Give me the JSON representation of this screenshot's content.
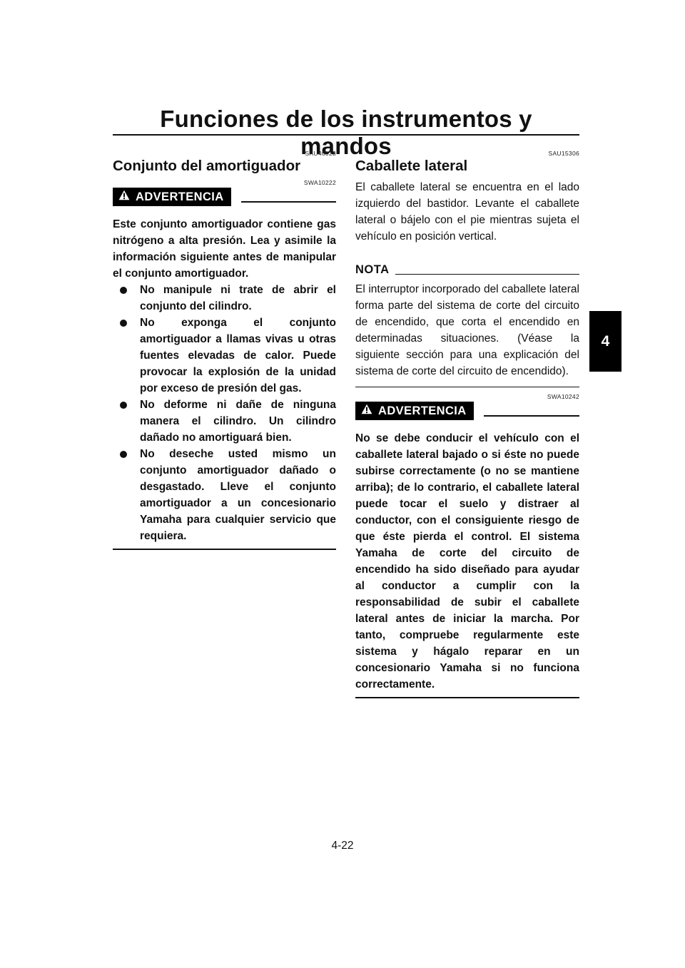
{
  "header": {
    "title": "Funciones de los instrumentos y mandos"
  },
  "chapter_tab": "4",
  "left": {
    "code": "SAU46023",
    "title": "Conjunto del amortiguador",
    "warning_code": "SWA10222",
    "warning_label": "ADVERTENCIA",
    "warning_text": "Este conjunto amortiguador contiene gas nitrógeno a alta presión. Lea y asimile la información siguiente antes de manipular el conjunto amortiguador.",
    "bullets": [
      "No manipule ni trate de abrir el conjunto del cilindro.",
      "No exponga el conjunto amortiguador a llamas vivas u otras fuentes elevadas de calor. Puede provocar la explosión de la unidad por exceso de presión del gas.",
      "No deforme ni dañe de ninguna manera el cilindro. Un cilindro dañado no amortiguará bien.",
      "No deseche usted mismo un conjunto amortiguador dañado o desgastado. Lleve el conjunto amortiguador a un concesionario Yamaha para cualquier servicio que requiera."
    ]
  },
  "right": {
    "code": "SAU15306",
    "title": "Caballete lateral",
    "body": "El caballete lateral se encuentra en el lado izquierdo del bastidor. Levante el caballete lateral o bájelo con el pie mientras sujeta el vehículo en posición vertical.",
    "nota_label": "NOTA",
    "nota_text": "El interruptor incorporado del caballete lateral forma parte del sistema de corte del circuito de encendido, que corta el encendido en determinadas situaciones. (Véase la siguiente sección para una explicación del sistema de corte del circuito de encendido).",
    "warning_code": "SWA10242",
    "warning_label": "ADVERTENCIA",
    "warning_text": "No se debe conducir el vehículo con el caballete lateral bajado o si éste no puede subirse correctamente (o no se mantiene arriba); de lo contrario, el caballete lateral puede tocar el suelo y distraer al conductor, con el consiguiente riesgo de que éste pierda el control. El sistema Yamaha de corte del circuito de encendido ha sido diseñado para ayudar al conductor a cumplir con la responsabilidad de subir el caballete lateral antes de iniciar la marcha. Por tanto, compruebe regularmente este sistema y hágalo reparar en un concesionario Yamaha si no funciona correctamente."
  },
  "page_number": "4-22"
}
